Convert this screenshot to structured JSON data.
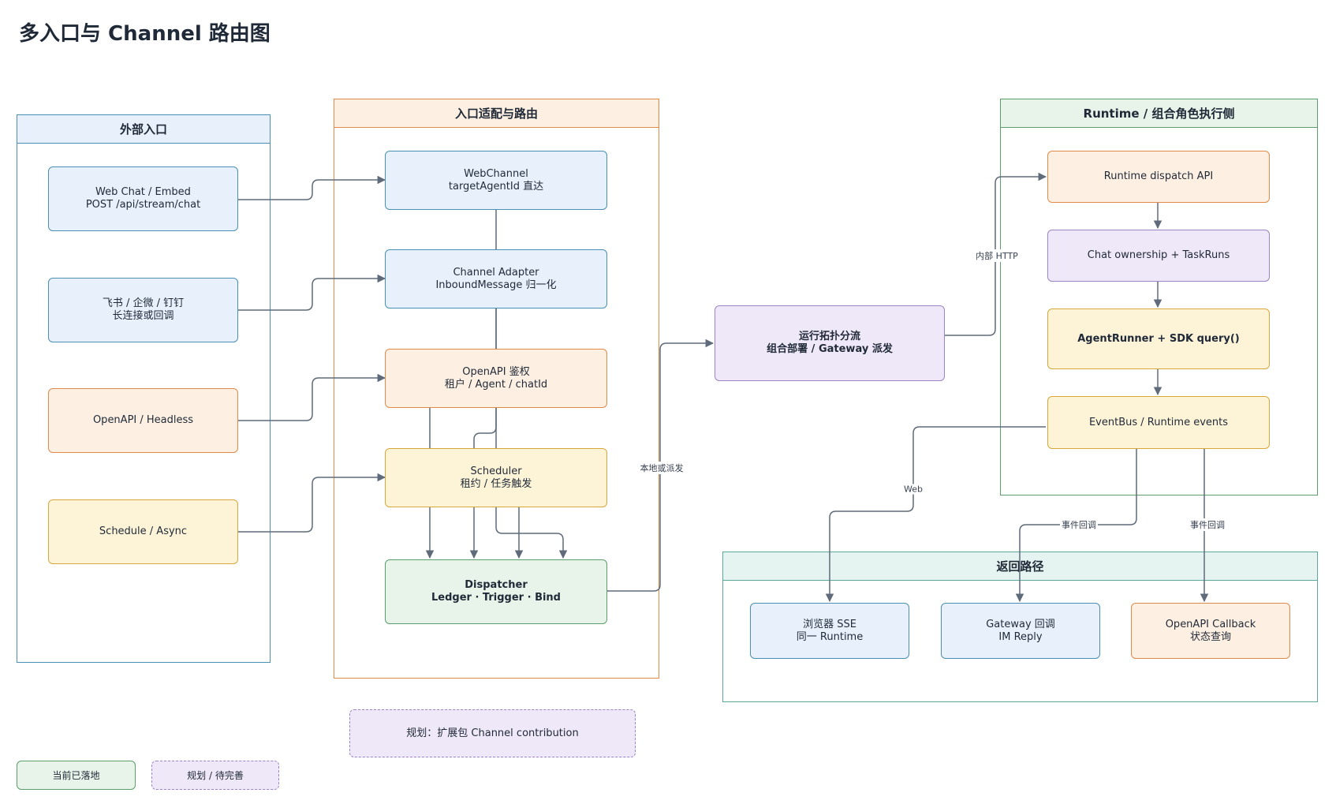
{
  "title": "多入口与 Channel 路由图",
  "groups": {
    "external": "外部入口",
    "adapter": "入口适配与路由",
    "runtime": "Runtime / 组合角色执行侧",
    "return": "返回路径"
  },
  "nodes": {
    "webchat_embed": [
      "Web Chat / Embed",
      "POST /api/stream/chat"
    ],
    "feishu": [
      "飞书 / 企微 / 钉钉",
      "长连接或回调"
    ],
    "openapi_headless": [
      "OpenAPI / Headless"
    ],
    "schedule_async": [
      "Schedule / Async"
    ],
    "webchannel": [
      "WebChannel",
      "targetAgentId 直达"
    ],
    "channel_adapter": [
      "Channel Adapter",
      "InboundMessage 归一化"
    ],
    "openapi_auth": [
      "OpenAPI 鉴权",
      "租户 / Agent / chatId"
    ],
    "scheduler": [
      "Scheduler",
      "租约 / 任务触发"
    ],
    "dispatcher": [
      "Dispatcher",
      "Ledger · Trigger · Bind"
    ],
    "topology": [
      "运行拓扑分流",
      "组合部署 / Gateway 派发"
    ],
    "runtime_dispatch": [
      "Runtime dispatch API"
    ],
    "chat_ownership": [
      "Chat ownership + TaskRuns"
    ],
    "agent_runner": [
      "AgentRunner + SDK query()"
    ],
    "eventbus": [
      "EventBus / Runtime events"
    ],
    "browser_sse": [
      "浏览器 SSE",
      "同一 Runtime"
    ],
    "gateway_callback": [
      "Gateway 回调",
      "IM Reply"
    ],
    "openapi_callback": [
      "OpenAPI Callback",
      "状态查询"
    ],
    "plan_ext": [
      "规划：扩展包 Channel contribution"
    ]
  },
  "edge_labels": {
    "local_or_dispatch": "本地或派发",
    "internal_http": "内部 HTTP",
    "web": "Web",
    "event_callback_1": "事件回调",
    "event_callback_2": "事件回调"
  },
  "legend": {
    "landed": "当前已落地",
    "planned": "规划 / 待完善"
  },
  "colors": {
    "edge": "#5f6b7a",
    "blue_fill": "#e8f1fb",
    "orange_fill": "#fdf0e2",
    "yellow_fill": "#fdf4d8",
    "green_fill": "#e8f4ea",
    "purple_fill": "#efe8f8"
  }
}
